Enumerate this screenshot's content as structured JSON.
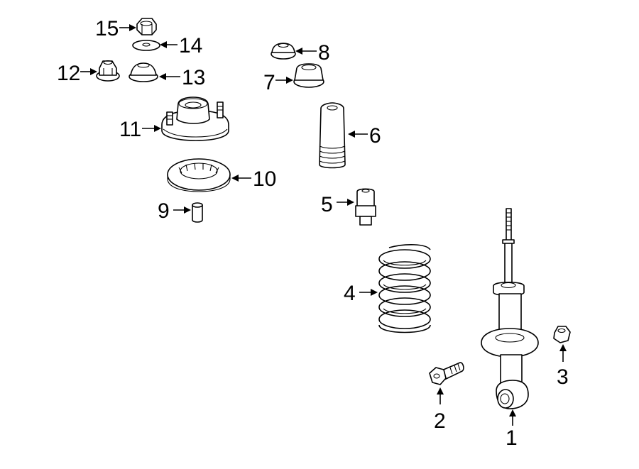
{
  "callouts": [
    {
      "id": "1",
      "label": "1",
      "part": "shock-absorber"
    },
    {
      "id": "2",
      "label": "2",
      "part": "bolt"
    },
    {
      "id": "3",
      "label": "3",
      "part": "nut"
    },
    {
      "id": "4",
      "label": "4",
      "part": "coil-spring"
    },
    {
      "id": "5",
      "label": "5",
      "part": "bump-stop"
    },
    {
      "id": "6",
      "label": "6",
      "part": "dust-boot"
    },
    {
      "id": "7",
      "label": "7",
      "part": "mount-cap"
    },
    {
      "id": "8",
      "label": "8",
      "part": "upper-cap"
    },
    {
      "id": "9",
      "label": "9",
      "part": "pin"
    },
    {
      "id": "10",
      "label": "10",
      "part": "spring-insulator"
    },
    {
      "id": "11",
      "label": "11",
      "part": "upper-mount"
    },
    {
      "id": "12",
      "label": "12",
      "part": "flange-nut"
    },
    {
      "id": "13",
      "label": "13",
      "part": "bushing"
    },
    {
      "id": "14",
      "label": "14",
      "part": "washer"
    },
    {
      "id": "15",
      "label": "15",
      "part": "hex-nut"
    }
  ]
}
